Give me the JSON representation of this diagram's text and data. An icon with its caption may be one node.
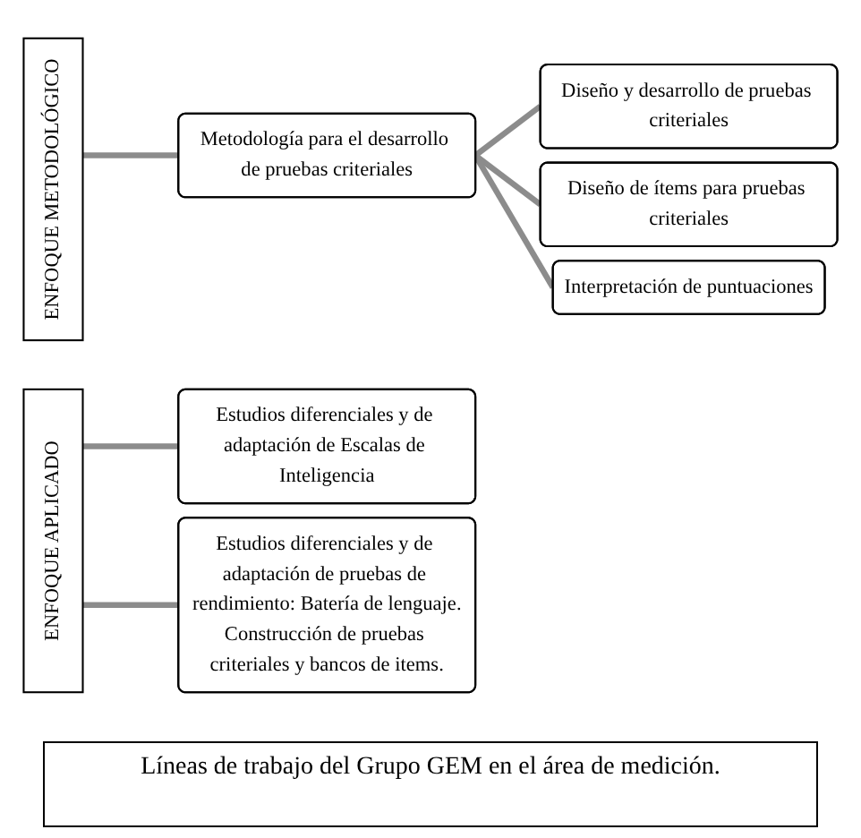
{
  "diagram": {
    "caption": "Líneas de trabajo del Grupo GEM en el área de medición.",
    "nodes": [
      {
        "text": [
          "ENFOQUE METODOLÓGICO"
        ]
      },
      {
        "text": [
          "Metodología para el desarrollo de pruebas criteriales"
        ]
      },
      {
        "text": [
          "Diseño y desarrollo de pruebas criteriales"
        ]
      },
      {
        "text": [
          "Diseño de ítems para pruebas criteriales"
        ]
      },
      {
        "text": [
          "Interpretación de puntuaciones"
        ]
      },
      {
        "text": [
          "ENFOQUE APLICADO"
        ]
      },
      {
        "text": [
          "Estudios diferenciales y de adaptación de Escalas de Inteligencia"
        ]
      },
      {
        "text": [
          "Estudios diferenciales y de adaptación de pruebas de rendimiento: Batería de lenguaje.",
          "Construcción de pruebas criteriales y bancos de items."
        ]
      }
    ],
    "edges": [
      {
        "from": 0,
        "to": 1,
        "arrow": "none"
      },
      {
        "from": 1,
        "to": 2,
        "arrow": "none"
      },
      {
        "from": 1,
        "to": 3,
        "arrow": "none"
      },
      {
        "from": 1,
        "to": 4,
        "arrow": "none"
      },
      {
        "from": 5,
        "to": 6,
        "arrow": "none"
      },
      {
        "from": 5,
        "to": 7,
        "arrow": "none"
      }
    ]
  }
}
